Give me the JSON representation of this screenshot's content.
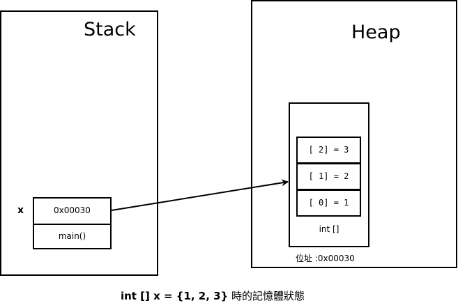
{
  "stack": {
    "title": "Stack",
    "variable": "x",
    "frames": [
      {
        "label": "0x00030"
      },
      {
        "label": "main()"
      }
    ]
  },
  "heap": {
    "title": "Heap",
    "array": {
      "cells": [
        "[ 2] = 3",
        "[ 1] = 2",
        "[ 0] = 1"
      ],
      "type": "int []",
      "address": "位址 :0x00030"
    }
  },
  "caption": {
    "code": "int [] x = {1, 2, 3}",
    "text": " 時的記憶體狀態"
  }
}
